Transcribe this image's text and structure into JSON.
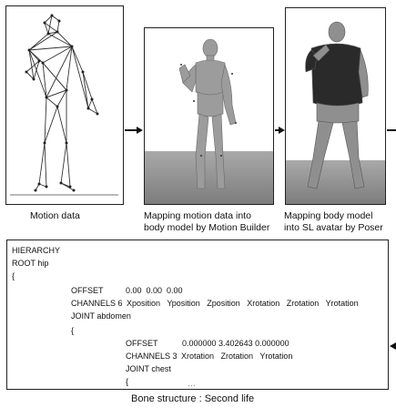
{
  "captions": {
    "motion": "Motion data",
    "mapping_motion": [
      "Mapping motion data into",
      "body model by Motion Builder"
    ],
    "mapping_body": [
      "Mapping body model",
      "into SL avatar by Poser"
    ],
    "bone": "Bone structure : Second life"
  },
  "hierarchy": {
    "l1": "HIERARCHY",
    "l2": "ROOT hip",
    "l3": "{",
    "l4a": "OFFSET",
    "l4b": "0.00  0.00  0.00",
    "l5a": "CHANNELS 6",
    "l5b": "Xposition   Yposition   Zposition   Xrotation   Zrotation   Yrotation",
    "l6": "JOINT abdomen",
    "l7": "{",
    "l8a": "OFFSET",
    "l8b": "0.000000 3.402643 0.000000",
    "l9a": "CHANNELS 3",
    "l9b": "Xrotation   Zrotation   Yrotation",
    "l10": "JOINT chest",
    "l11": "{",
    "l12": "…"
  },
  "colors": {
    "floor": "#8a8a8a",
    "panel_border": "#222222",
    "figure_gray": "#9a9a9a",
    "figure_dark": "#2a2a2a"
  }
}
